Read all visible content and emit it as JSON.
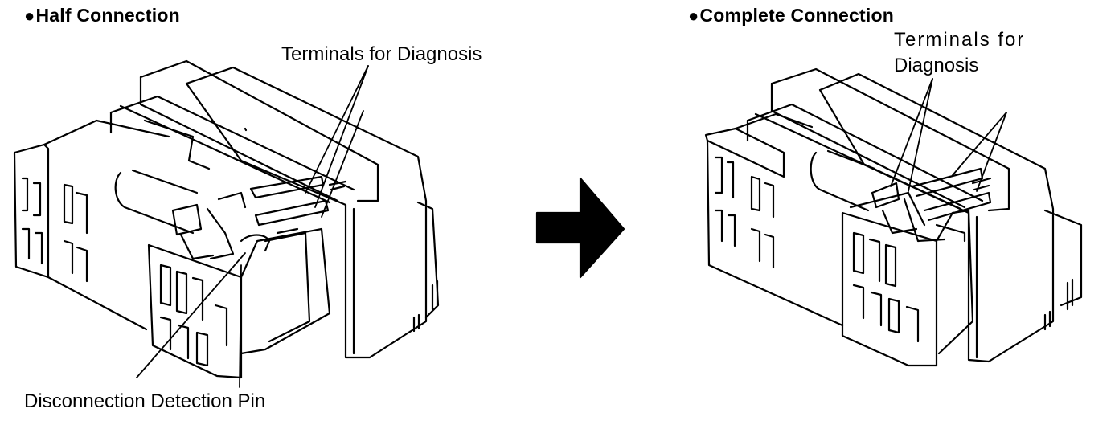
{
  "half": {
    "bullet": "●",
    "title": "Half Connection",
    "terminals_label": "Terminals for Diagnosis",
    "pin_label": "Disconnection Detection Pin"
  },
  "complete": {
    "bullet": "●",
    "title": "Complete Connection",
    "terminals_label_line1": "Terminals for",
    "terminals_label_line2": "Diagnosis"
  },
  "arrow_icon": "right-arrow-icon",
  "colors": {
    "ink": "#000000",
    "paper": "#ffffff"
  }
}
